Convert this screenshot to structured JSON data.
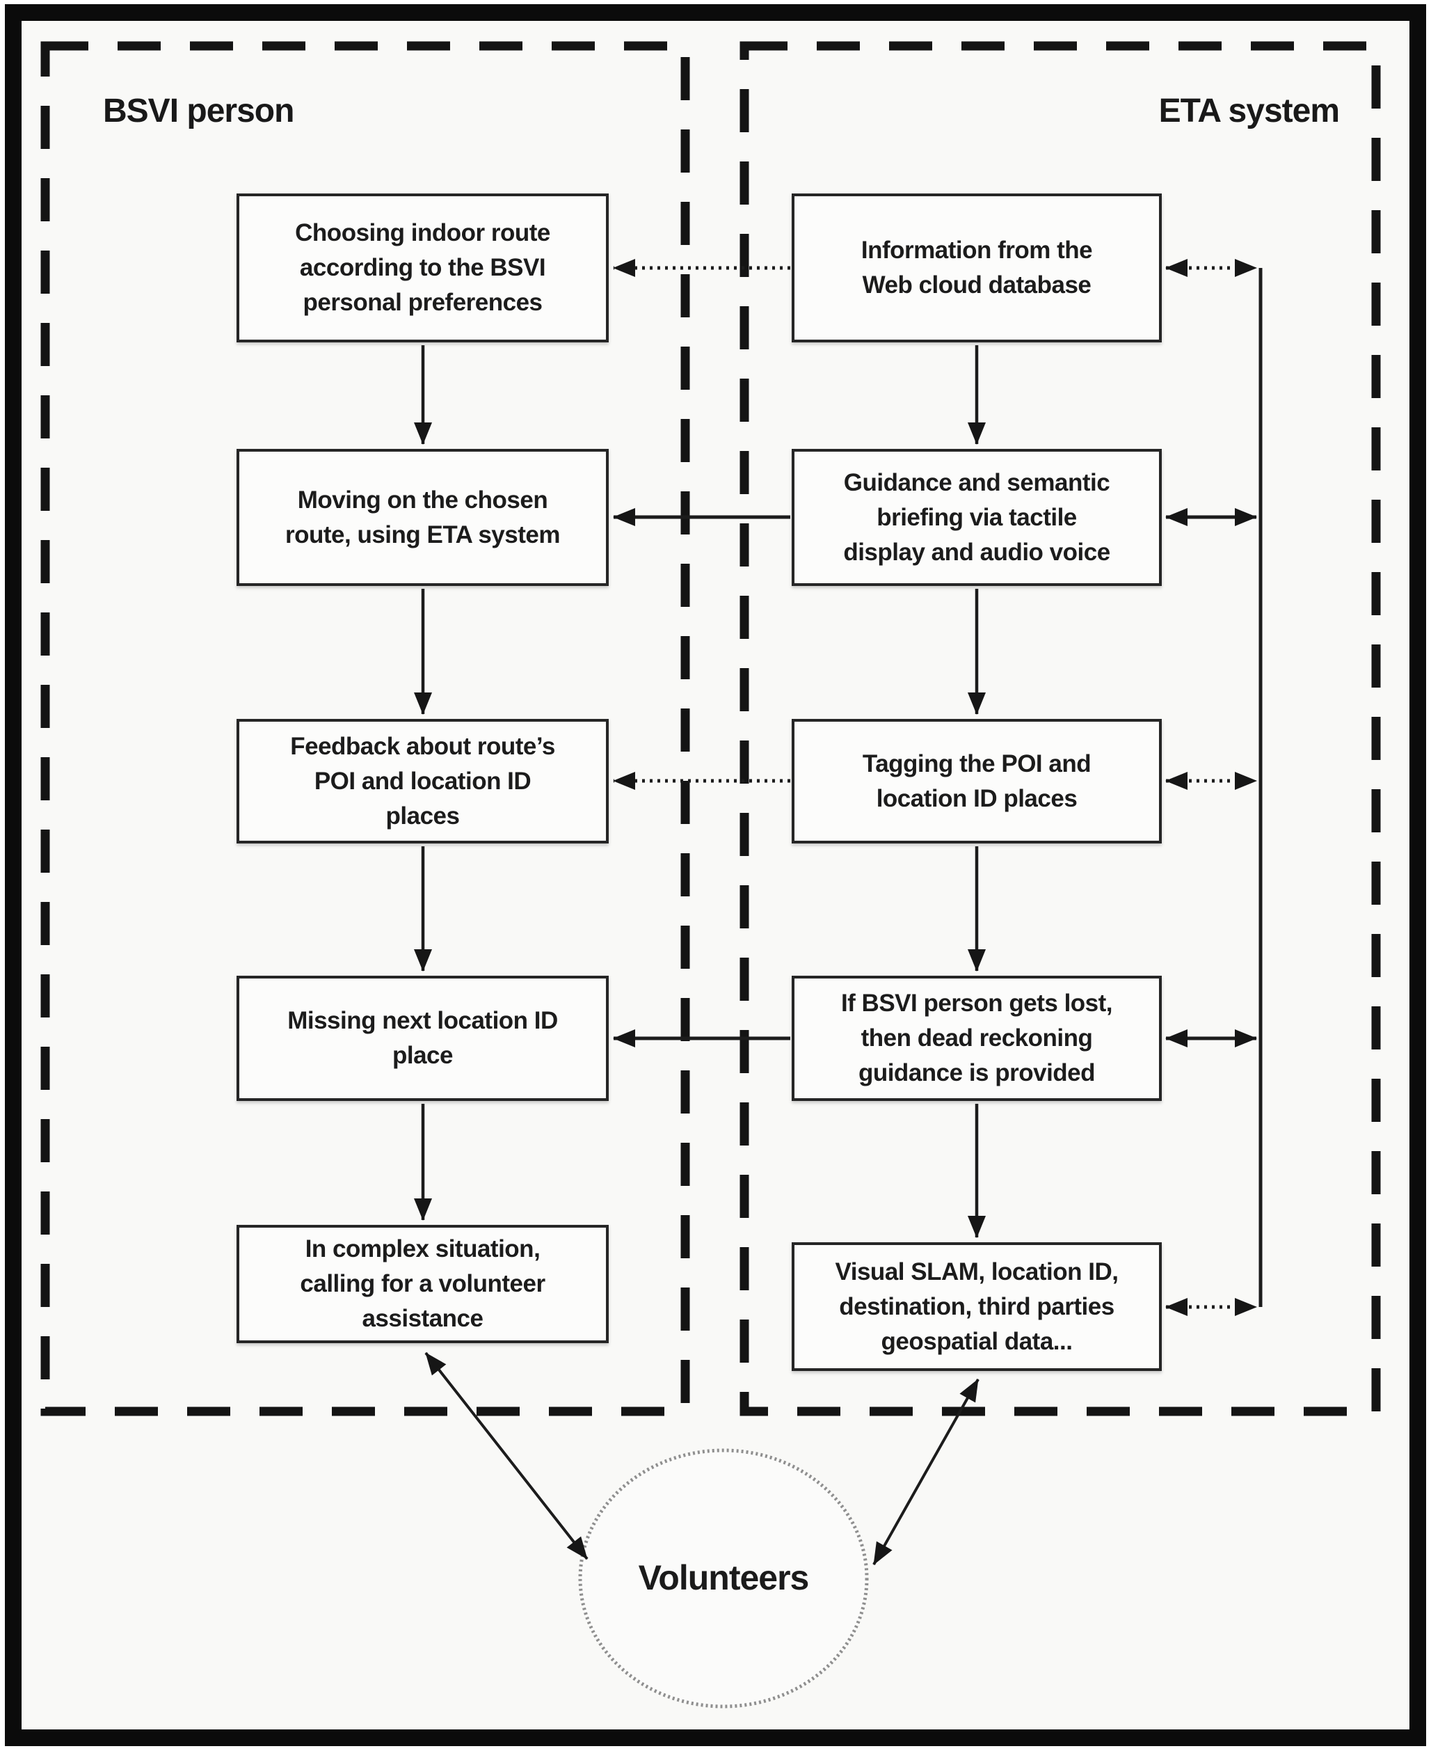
{
  "left": {
    "label": "BSVI person",
    "boxes": [
      {
        "text": "Choosing indoor route\naccording to the BSVI\npersonal preferences"
      },
      {
        "text": "Moving on the chosen\nroute, using ETA system"
      },
      {
        "text": "Feedback about route’s\nPOI and location ID\nplaces"
      },
      {
        "text": "Missing next location ID\nplace"
      },
      {
        "text": "In complex situation,\ncalling for a volunteer\nassistance"
      }
    ]
  },
  "right": {
    "label": "ETA system",
    "boxes": [
      {
        "text": "Information from the\nWeb cloud database"
      },
      {
        "text": "Guidance and semantic\nbriefing via tactile\ndisplay and audio voice"
      },
      {
        "text": "Tagging the POI and\nlocation ID places"
      },
      {
        "text": "If BSVI person gets lost,\nthen dead reckoning\nguidance is provided"
      },
      {
        "text": "Visual SLAM, location ID,\ndestination, third parties\ngeospatial data..."
      }
    ]
  },
  "volunteers": {
    "label": "Volunteers"
  },
  "colors": {
    "ink": "#1c1c1c",
    "box_border": "#262626",
    "dashed_border": "#141414",
    "ellipse_border": "#8f8f8f",
    "background": "#f9f9f7"
  }
}
